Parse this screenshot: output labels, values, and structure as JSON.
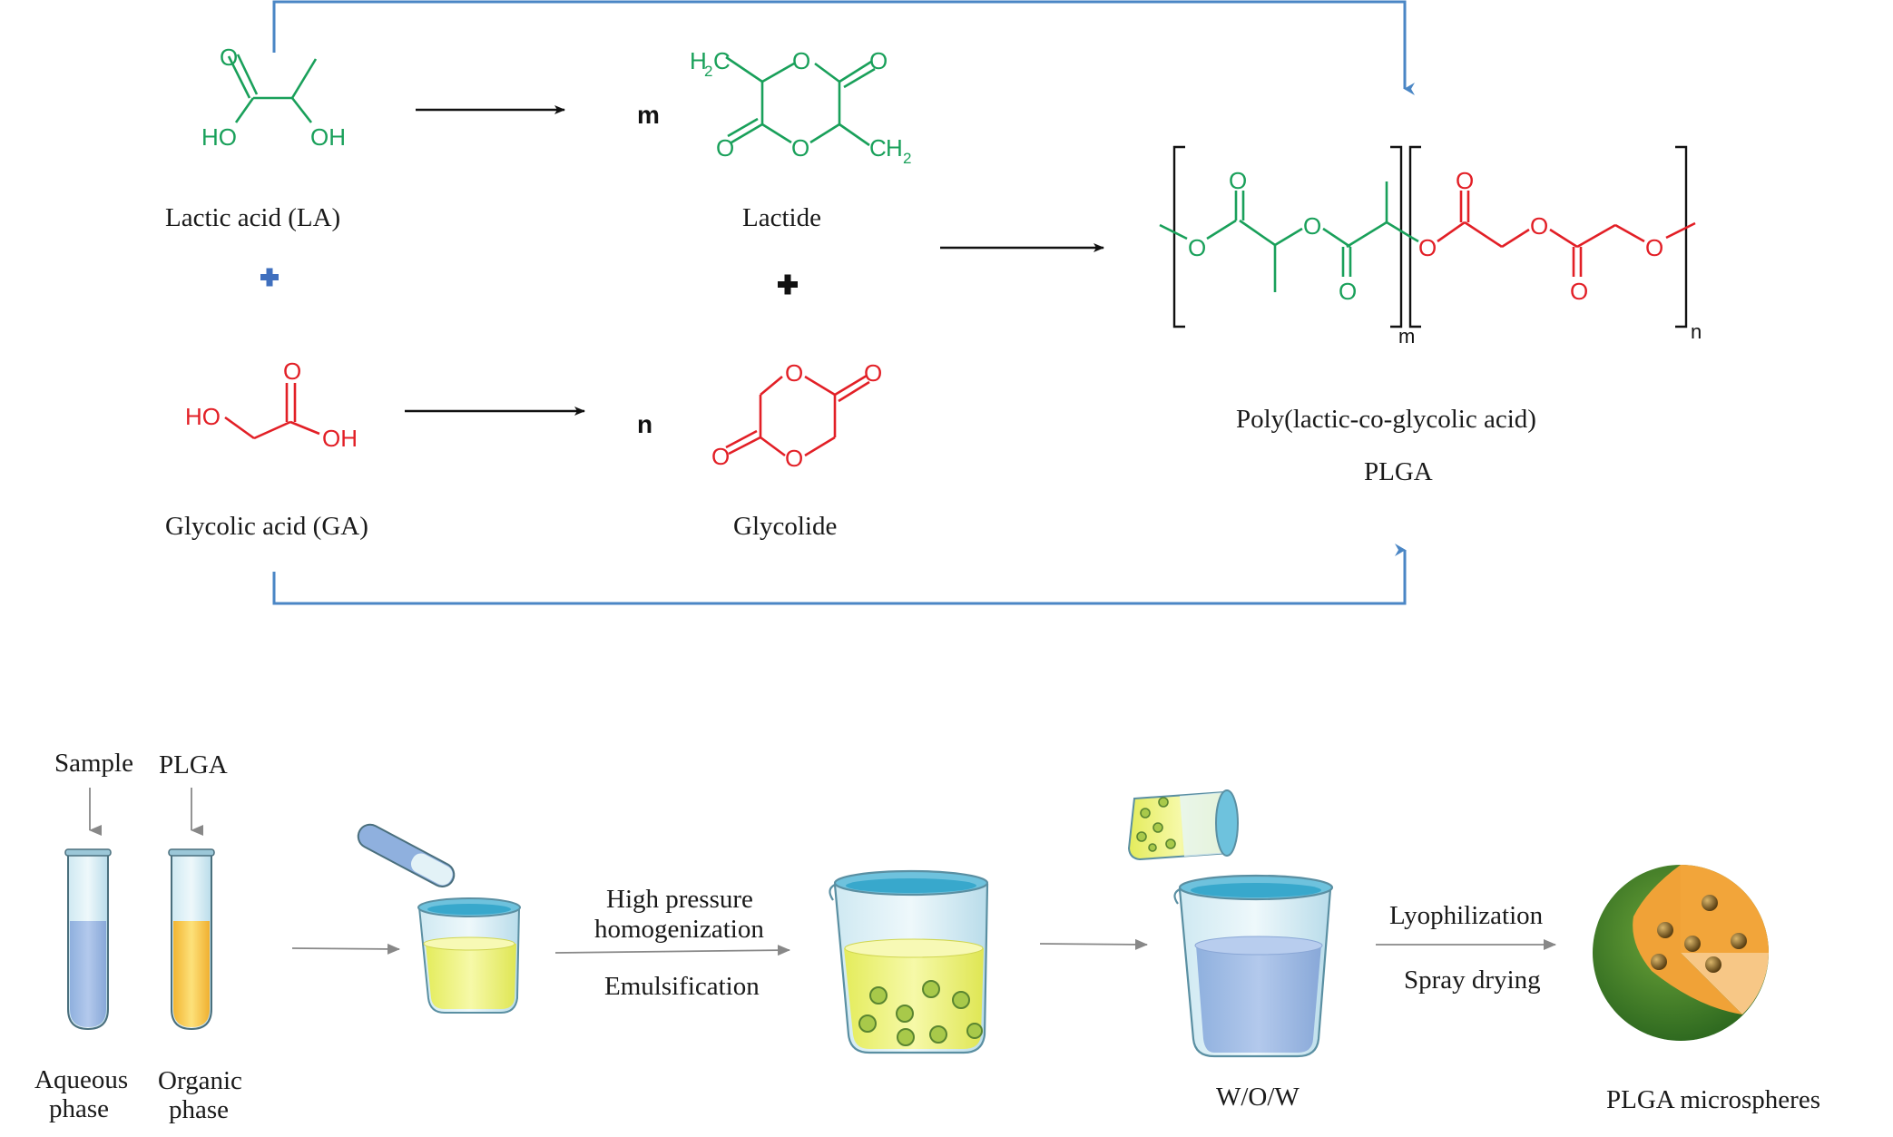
{
  "synthesis": {
    "la_label": "Lactic acid (LA)",
    "lactide_label": "Lactide",
    "ga_label": "Glycolic acid (GA)",
    "glycolide_label": "Glycolide",
    "m": "m",
    "n": "n",
    "plga_name": "Poly(lactic-co-glycolic acid)",
    "plga_abbr": "PLGA",
    "atoms": {
      "O": "O",
      "HO": "HO",
      "OH": "OH",
      "H2C": "H2C",
      "CH2": "CH2",
      "H": "H",
      "C": "C",
      "two": "2"
    }
  },
  "process": {
    "sample": "Sample",
    "plga": "PLGA",
    "aqueous_line1": "Aqueous",
    "aqueous_line2": "phase",
    "organic_line1": "Organic",
    "organic_line2": "phase",
    "hp_line1": "High pressure",
    "hp_line2": "homogenization",
    "emulsification": "Emulsification",
    "wow": "W/O/W",
    "lyophilization": "Lyophilization",
    "spray": "Spray drying",
    "microspheres": "PLGA microspheres"
  },
  "colors": {
    "lactic": "#19a05a",
    "glycolic": "#e21f26",
    "route_arrow": "#4a86c5",
    "plus_blue": "#3f6fbe",
    "microsphere_shell": "#3f7f2a",
    "microsphere_core": "#f2a53a"
  }
}
